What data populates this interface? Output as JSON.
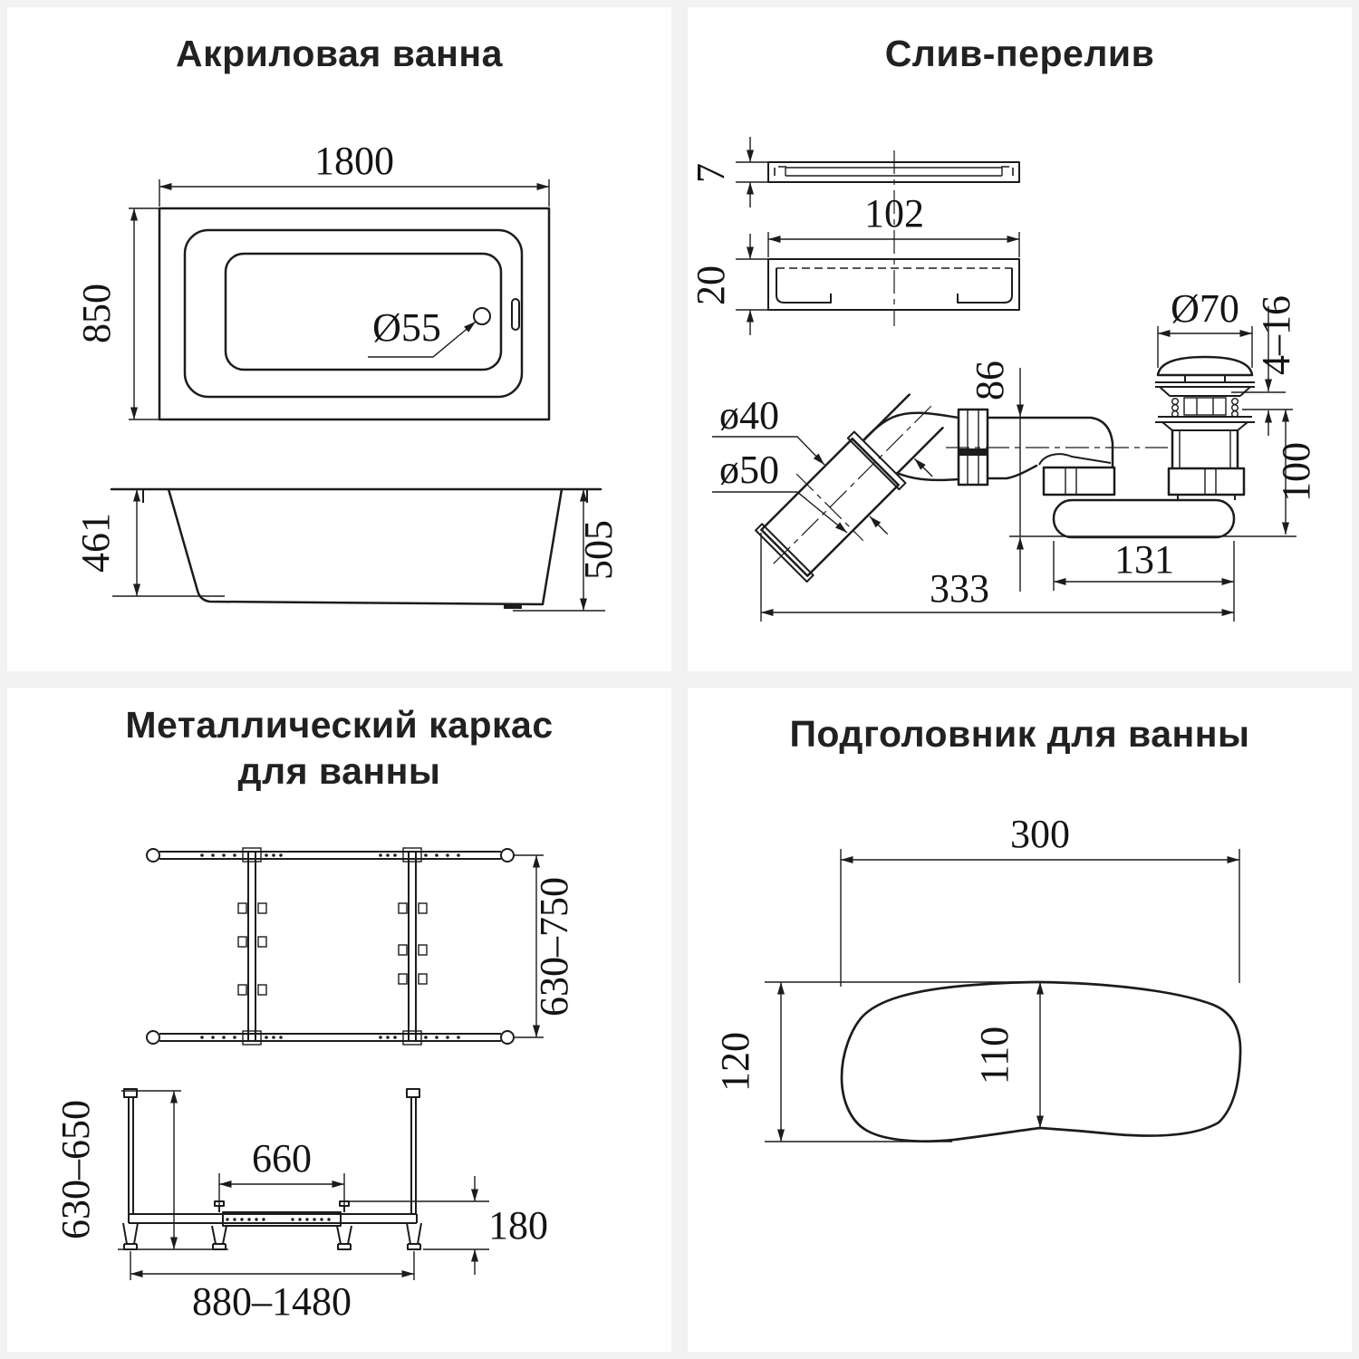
{
  "page": {
    "background": "#f2f2f2",
    "panel_background": "#ffffff",
    "line_color": "#1c1c1c",
    "text_color": "#141414",
    "title_color": "#212121"
  },
  "bathtub": {
    "title": "Акриловая ванна",
    "dims": {
      "length": "1800",
      "width": "850",
      "drain_diameter": "Ø55",
      "inner_depth": "461",
      "outer_height": "505"
    }
  },
  "drain": {
    "title": "Слив-перелив",
    "dims": {
      "plate_thickness": "7",
      "plate_length": "102",
      "plate_height": "20",
      "overflow_drop": "86",
      "cap_diameter": "Ø70",
      "cap_range": "4–16",
      "pipe_outer": "ø40",
      "pipe_sleeve": "ø50",
      "body_height": "100",
      "trap_length": "131",
      "total_length": "333"
    }
  },
  "frame": {
    "title_line1": "Металлический каркас",
    "title_line2": "для ванны",
    "dims": {
      "width_range": "630–750",
      "height_range": "630–650",
      "center_section": "660",
      "leg_height": "180",
      "length_range": "880–1480"
    }
  },
  "headrest": {
    "title": "Подголовник для ванны",
    "dims": {
      "width": "300",
      "height": "120",
      "inner_height": "110"
    }
  }
}
